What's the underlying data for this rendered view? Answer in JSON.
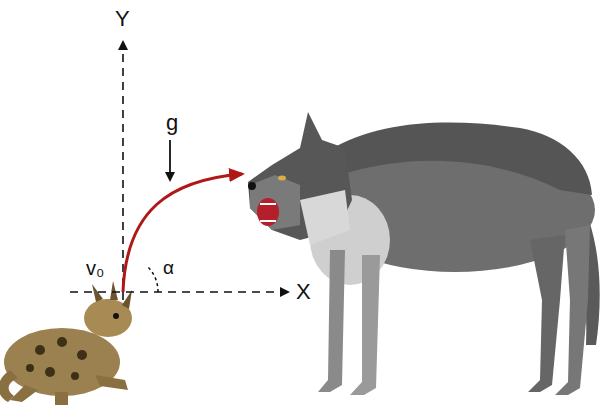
{
  "diagram": {
    "labels": [
      "Y",
      "g",
      "v₀",
      "α",
      "X"
    ]
  }
}
